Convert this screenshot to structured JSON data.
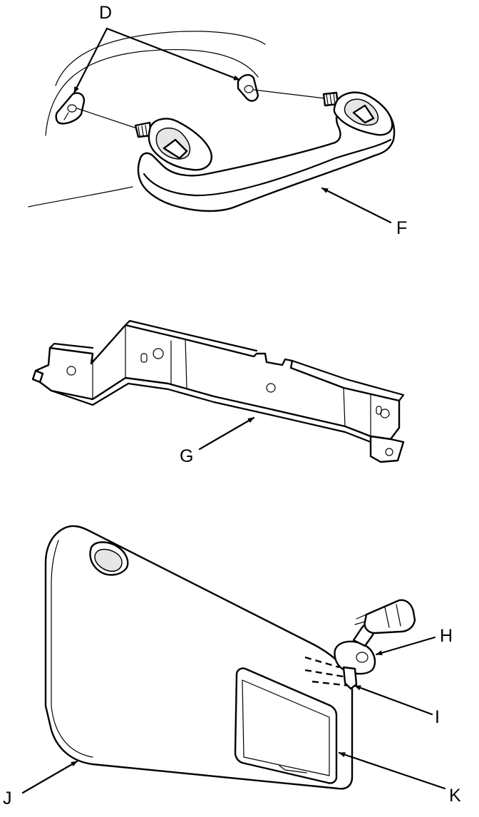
{
  "callouts": {
    "D": "D",
    "F": "F",
    "G": "G",
    "H": "H",
    "I": "I",
    "J": "J",
    "K": "K"
  }
}
